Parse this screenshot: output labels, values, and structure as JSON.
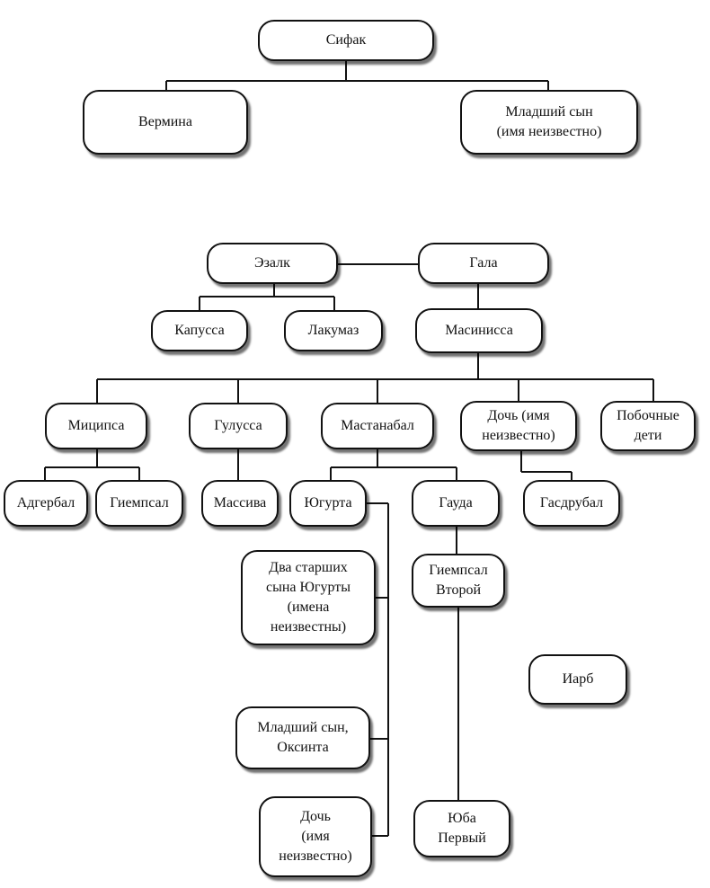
{
  "tree1": {
    "root": "Сифак",
    "vermina": "Вермина",
    "younger_son": "Младший сын\n(имя неизвестно)"
  },
  "tree2": {
    "ezalk": "Эзалк",
    "gala": "Гала",
    "kapussa": "Капусса",
    "lakumaz": "Лакумаз",
    "masinissa": "Масинисса",
    "micipsa": "Миципса",
    "gulussa": "Гулусса",
    "mastanabal": "Мастанабал",
    "daughter": "Дочь (имя\nнеизвестно)",
    "illegitimate": "Побочные\nдети",
    "adherbal": "Адгербал",
    "hiempsal": "Гиемпсал",
    "massiva": "Массива",
    "jugurtha": "Югурта",
    "gauda": "Гауда",
    "hasdrubal": "Гасдрубал",
    "jugurtha_elder_sons": "Два старших\nсына Югурты\n(имена\nнеизвестны)",
    "hiempsal_second": "Гиемпсал\nВторой",
    "iarb": "Иарб",
    "oxynta": "Младший сын,\nОксинта",
    "jugurtha_daughter": "Дочь\n(имя\nнеизвестно)",
    "juba": "Юба\nПервый"
  }
}
